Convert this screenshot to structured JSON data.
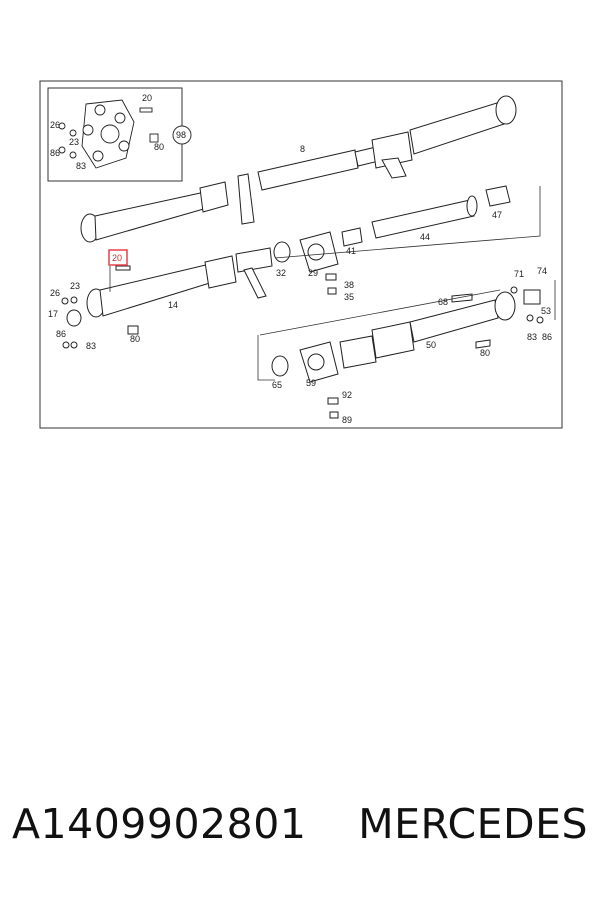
{
  "diagram": {
    "callouts": {
      "c20a": "20",
      "c26a": "26",
      "c23a": "23",
      "c86a": "86",
      "c83a": "83",
      "c80a": "80",
      "c98": "98",
      "c8": "8",
      "c47": "47",
      "c44": "44",
      "c41": "41",
      "c32": "32",
      "c29": "29",
      "c20b": "20",
      "c26b": "26",
      "c23b": "23",
      "c17": "17",
      "c86b": "86",
      "c83b": "83",
      "c80b": "80",
      "c14": "14",
      "c38": "38",
      "c35": "35",
      "c71": "71",
      "c74": "74",
      "c68": "68",
      "c53": "53",
      "c83c": "83",
      "c86c": "86",
      "c50": "50",
      "c80c": "80",
      "c65": "65",
      "c59": "59",
      "c92": "92",
      "c89": "89"
    },
    "highlight_color": "#e8404a"
  },
  "caption": {
    "part_number": "A1409902801",
    "brand": "MERCEDES"
  }
}
